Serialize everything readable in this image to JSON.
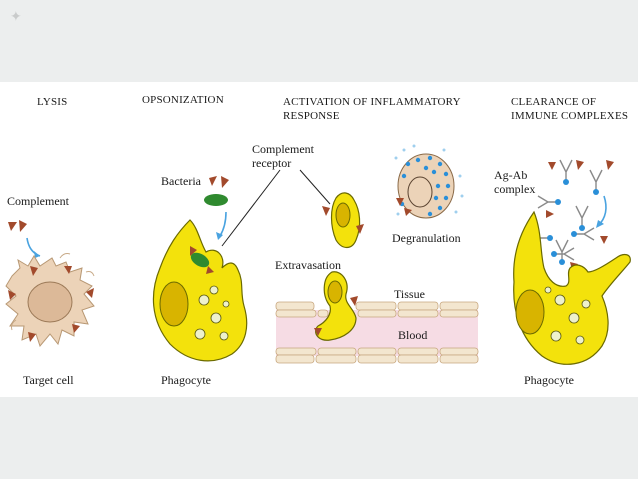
{
  "headings": {
    "lysis": "LYSIS",
    "opsonization": "OPSONIZATION",
    "activation_line1": "ACTIVATION OF INFLAMMATORY",
    "activation_line2": "RESPONSE",
    "clearance_line1": "CLEARANCE OF",
    "clearance_line2": "IMMUNE COMPLEXES"
  },
  "labels": {
    "complement": "Complement",
    "bacteria": "Bacteria",
    "complement_receptor_line1": "Complement",
    "complement_receptor_line2": "receptor",
    "degranulation": "Degranulation",
    "extravasation": "Extravasation",
    "tissue": "Tissue",
    "blood": "Blood",
    "agab_line1": "Ag-Ab",
    "agab_line2": "complex",
    "target_cell": "Target cell",
    "phagocyte_1": "Phagocyte",
    "phagocyte_2": "Phagocyte"
  },
  "colors": {
    "phagocyte_fill": "#f3e20c",
    "phagocyte_outline": "#6b6a00",
    "target_cell_fill": "#ecd3b8",
    "nucleus_fill": "#d8b400",
    "complement_fill": "#a24a2c",
    "bacteria_fill": "#2f8a2f",
    "blood_fill": "#f6dce4",
    "antibody_blue": "#2a8fd8"
  }
}
